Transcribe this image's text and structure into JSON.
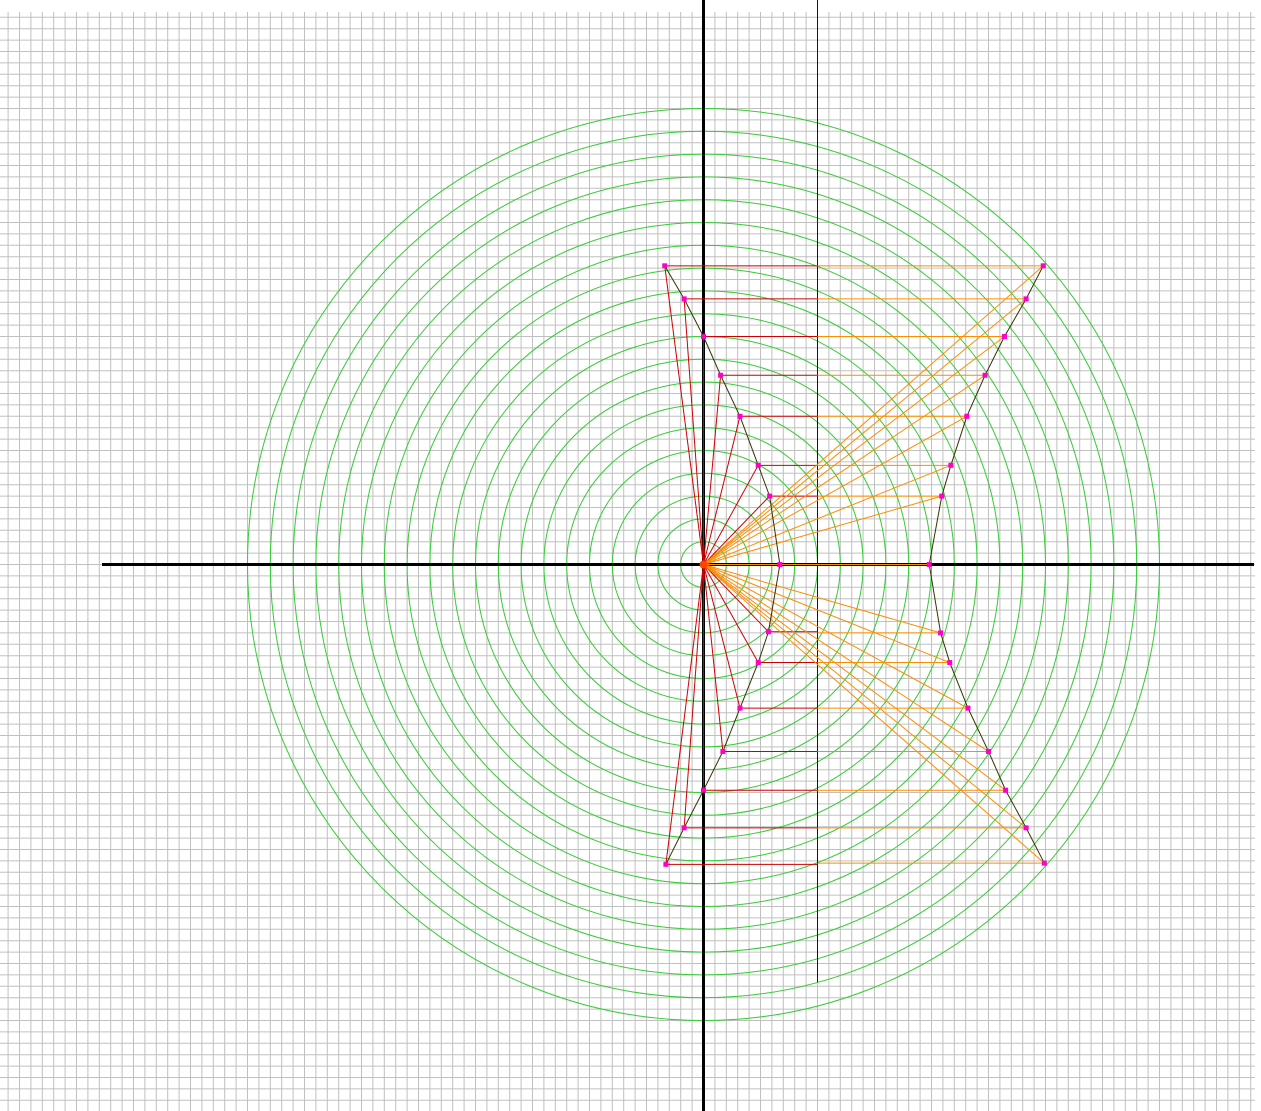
{
  "colors": {
    "background": "#ffffff",
    "grid": "#c0c0c0",
    "axes": "#000000",
    "circles": "#33cc33",
    "directrix": "#0000cc",
    "red_lines": "#cc0000",
    "orange_lines": "#ff8c00",
    "dark_curve": "#333300",
    "points": "#ff00cc"
  },
  "grid": {
    "spacing_units": 0.1
  },
  "axes": {
    "x_range": [
      -5.3,
      4.8
    ],
    "y_range": [
      -4.65,
      4.95
    ]
  },
  "focus": [
    0,
    0
  ],
  "directrix_x": 1,
  "circles": {
    "radius_step": 0.2,
    "count": 20
  },
  "scale": {
    "units_per_grid": 0.1
  },
  "chart_data": {
    "type": "scatter",
    "title": "",
    "xlabel": "",
    "ylabel": "",
    "series": [
      {
        "role": "inner-points",
        "points": [
          [
            -0.34,
            2.62
          ],
          [
            -0.17,
            2.33
          ],
          [
            0.0,
            2.0
          ],
          [
            0.15,
            1.66
          ],
          [
            0.32,
            1.3
          ],
          [
            0.48,
            0.87
          ],
          [
            0.58,
            0.6
          ],
          [
            0.67,
            0.0
          ],
          [
            0.57,
            -0.59
          ],
          [
            0.48,
            -0.86
          ],
          [
            0.32,
            -1.26
          ],
          [
            0.17,
            -1.64
          ],
          [
            0.0,
            -1.98
          ],
          [
            -0.17,
            -2.31
          ],
          [
            -0.33,
            -2.63
          ]
        ]
      },
      {
        "role": "outer-points",
        "points": [
          [
            2.98,
            2.62
          ],
          [
            2.83,
            2.33
          ],
          [
            2.64,
            2.0
          ],
          [
            2.47,
            1.66
          ],
          [
            2.31,
            1.3
          ],
          [
            2.17,
            0.87
          ],
          [
            2.09,
            0.6
          ],
          [
            1.98,
            0.0
          ],
          [
            2.08,
            -0.6
          ],
          [
            2.16,
            -0.86
          ],
          [
            2.32,
            -1.26
          ],
          [
            2.5,
            -1.64
          ],
          [
            2.65,
            -1.98
          ],
          [
            2.83,
            -2.31
          ],
          [
            2.99,
            -2.62
          ]
        ]
      }
    ]
  }
}
